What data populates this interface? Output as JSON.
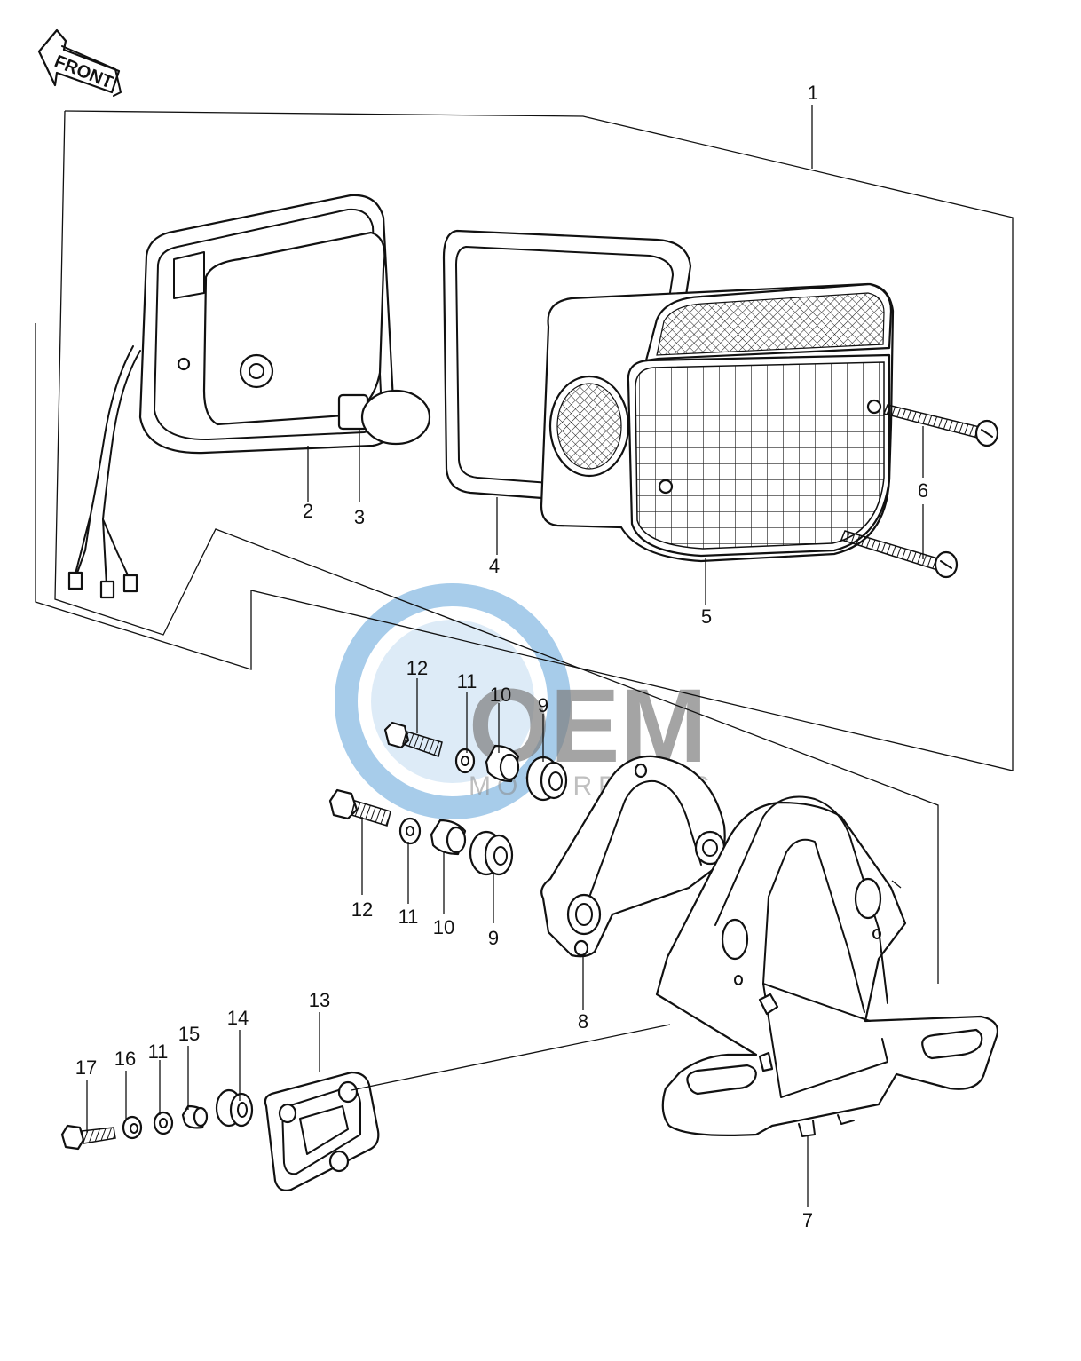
{
  "direction_marker": {
    "label": "FRONT"
  },
  "watermark": {
    "logo_text": "OEM",
    "sub_text": "MOTORPARTS"
  },
  "callouts": [
    {
      "key": "c1",
      "text": "1"
    },
    {
      "key": "c2",
      "text": "2"
    },
    {
      "key": "c3",
      "text": "3"
    },
    {
      "key": "c4",
      "text": "4"
    },
    {
      "key": "c5",
      "text": "5"
    },
    {
      "key": "c6",
      "text": "6"
    },
    {
      "key": "c7",
      "text": "7"
    },
    {
      "key": "c8",
      "text": "8"
    },
    {
      "key": "c9a",
      "text": "9"
    },
    {
      "key": "c9b",
      "text": "9"
    },
    {
      "key": "c10a",
      "text": "10"
    },
    {
      "key": "c10b",
      "text": "10"
    },
    {
      "key": "c11a",
      "text": "11"
    },
    {
      "key": "c11b",
      "text": "11"
    },
    {
      "key": "c11c",
      "text": "11"
    },
    {
      "key": "c12a",
      "text": "12"
    },
    {
      "key": "c12b",
      "text": "12"
    },
    {
      "key": "c13",
      "text": "13"
    },
    {
      "key": "c14",
      "text": "14"
    },
    {
      "key": "c15",
      "text": "15"
    },
    {
      "key": "c16",
      "text": "16"
    },
    {
      "key": "c17",
      "text": "17"
    }
  ]
}
